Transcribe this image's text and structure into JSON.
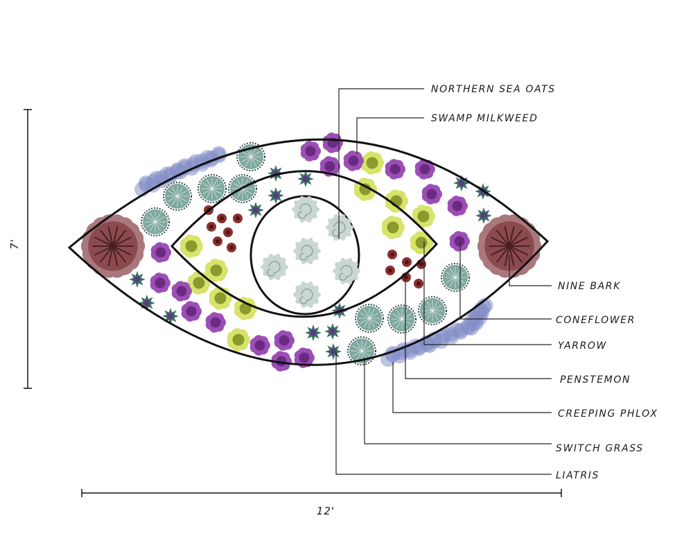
{
  "dimensions": {
    "height_label": "7'",
    "width_label": "12'"
  },
  "labels": {
    "northern_sea_oats": "NORTHERN SEA OATS",
    "swamp_milkweed": "SWAMP MILKWEED",
    "nine_bark": "NINE BARK",
    "coneflower": "CONEFLOWER",
    "yarrow": "YARROW",
    "penstemon": "PENSTEMON",
    "creeping_phlox": "CREEPING PHLOX",
    "switch_grass": "SWITCH GRASS",
    "liatris": "LIATRIS"
  },
  "colors": {
    "outline": "#111111",
    "northern_sea_oats": "#c9d6d2",
    "swamp_milkweed": "#9b4fb5",
    "nine_bark": "#8a4a50",
    "coneflower": "#7fa8a0",
    "yarrow": "#d7e36b",
    "penstemon": "#8a2f2f",
    "creeping_phlox": "#8590c8",
    "switch_grass": "#8fb3a6",
    "liatris": "#3f6e68"
  }
}
